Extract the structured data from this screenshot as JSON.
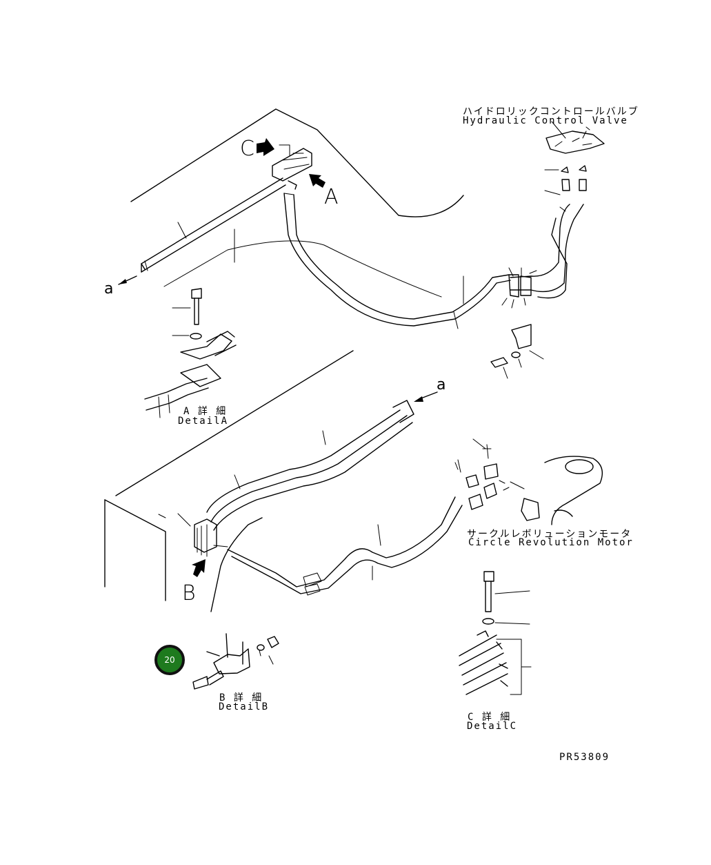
{
  "labels": {
    "hcv_jp": "ハイドロリックコントロールバルブ",
    "hcv_en": "Hydraulic Control Valve",
    "crm_jp": "サークルレボリューションモータ",
    "crm_en": "Circle Revolution Motor",
    "detail_a_jp": "A 詳 細",
    "detail_a_en": "DetailA",
    "detail_b_jp": "B 詳 細",
    "detail_b_en": "DetailB",
    "detail_c_jp": "C 詳 細",
    "detail_c_en": "DetailC",
    "view_a": "A",
    "view_b": "B",
    "view_c": "C",
    "ref_a_left": "a",
    "ref_a_right": "a",
    "drawing_no": "PR53809"
  },
  "callout": {
    "number": "20",
    "color": "#1e7a1e"
  }
}
